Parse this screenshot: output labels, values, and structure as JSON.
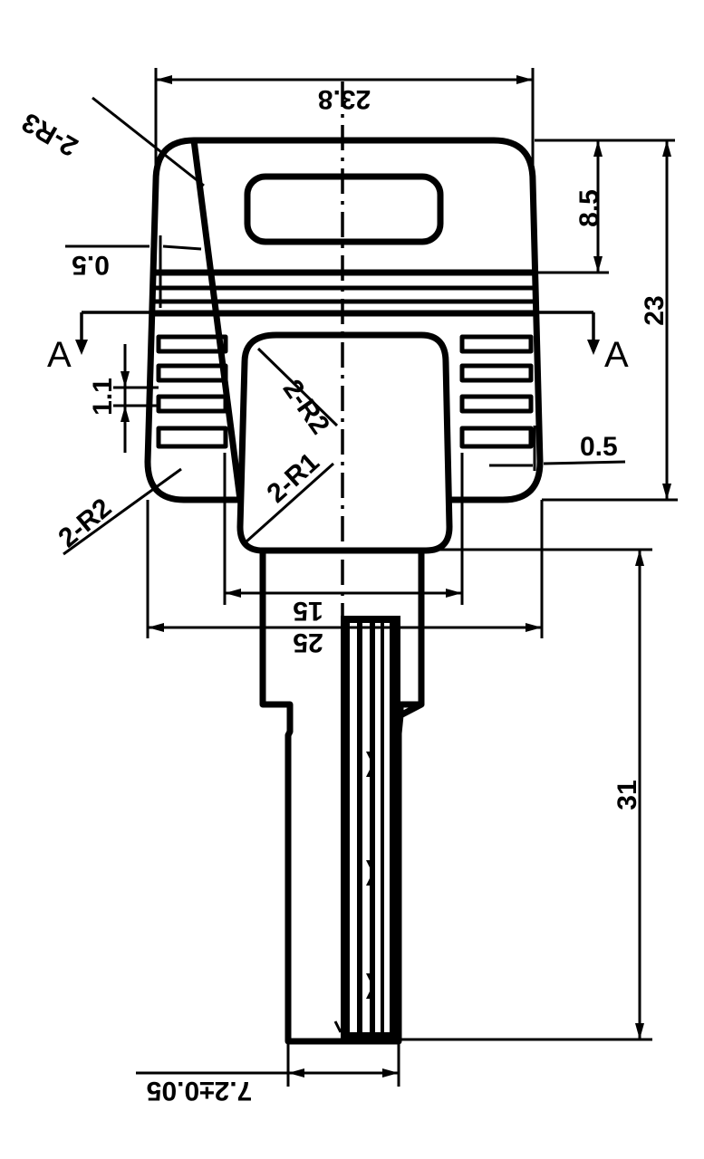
{
  "drawing": {
    "dimensions": {
      "top_width": "23.8",
      "radius_top": "2-R3",
      "gap_top_left": "0.5",
      "upper_height": "8.5",
      "total_height": "23",
      "fin_pitch": "1.1",
      "radius_inner": "2-R2",
      "radius_small": "2-R1",
      "gap_right": "0.5",
      "radius_bottom_left": "2-R2",
      "inner_width": "15",
      "overall_width": "25",
      "blade_length": "31",
      "blade_width": "7.2±0.05"
    },
    "section_labels": {
      "left": "A",
      "right": "A"
    }
  }
}
